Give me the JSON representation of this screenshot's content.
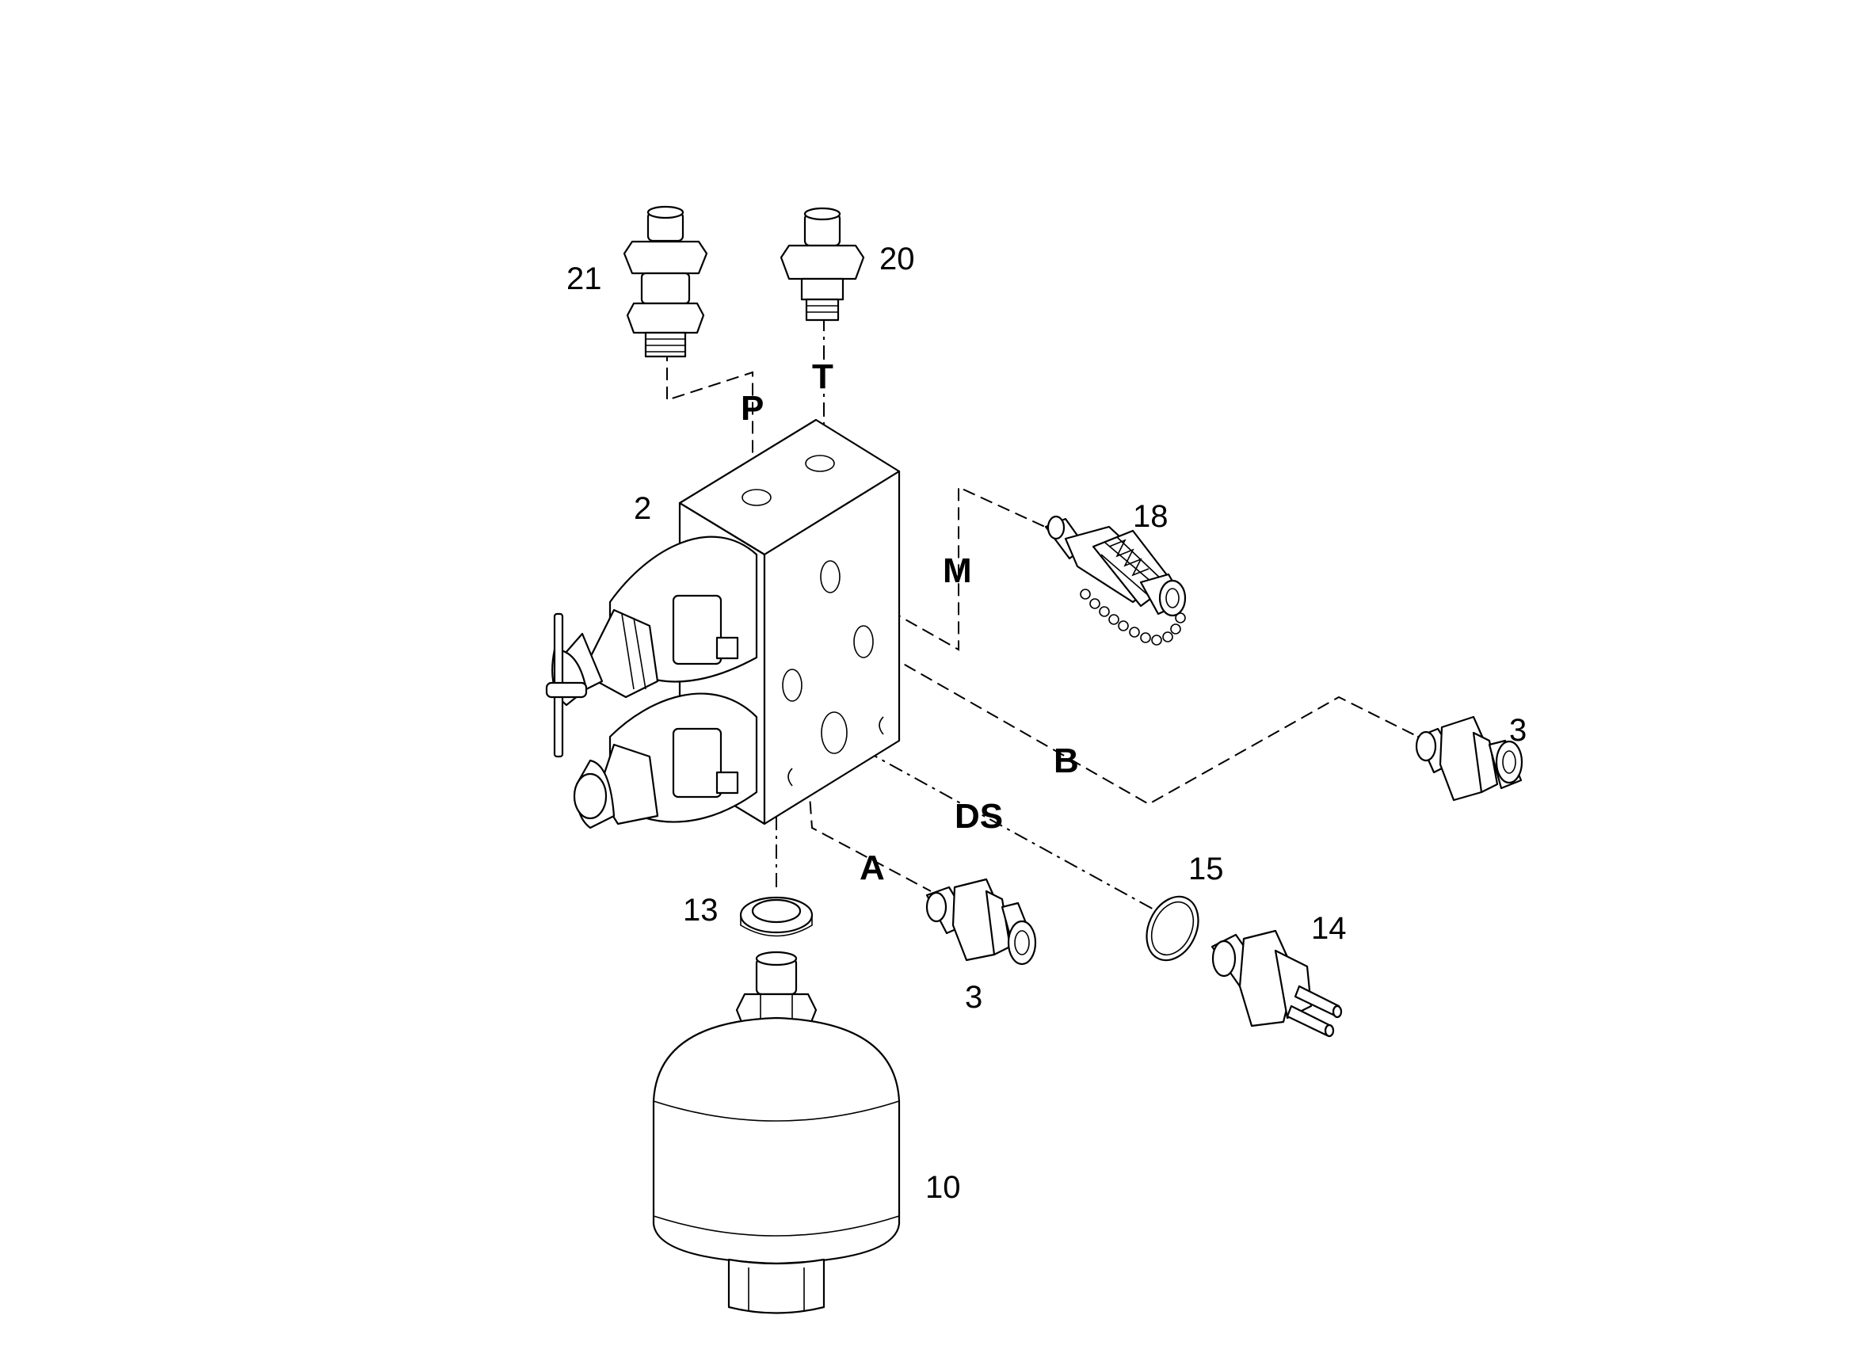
{
  "callouts": {
    "p21": "21",
    "p20": "20",
    "p2": "2",
    "p18": "18",
    "p3a": "3",
    "p13": "13",
    "p3b": "3",
    "p15": "15",
    "p14": "14",
    "p10": "10"
  },
  "ports": {
    "P": "P",
    "T": "T",
    "M": "M",
    "B": "B",
    "DS": "DS",
    "A": "A"
  }
}
